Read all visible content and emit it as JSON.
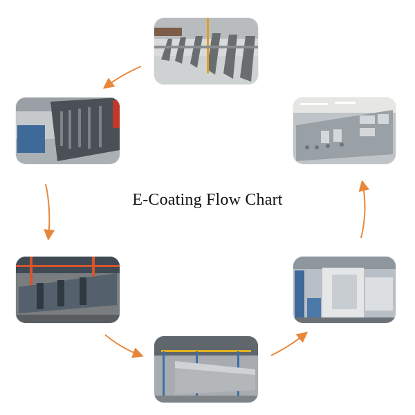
{
  "title": "E-Coating Flow Chart",
  "colors": {
    "arrow": "#E8873A",
    "background": "#FFFFFF",
    "title": "#111111"
  },
  "steps": [
    {
      "position": "top",
      "subject": "frames-on-rack"
    },
    {
      "position": "upper-right",
      "subject": "coated-gray-frame"
    },
    {
      "position": "lower-right",
      "subject": "coating-booth"
    },
    {
      "position": "bottom",
      "subject": "long-beam-on-conveyor"
    },
    {
      "position": "lower-left",
      "subject": "parts-on-conveyor"
    },
    {
      "position": "upper-left",
      "subject": "dipping-frame"
    }
  ]
}
